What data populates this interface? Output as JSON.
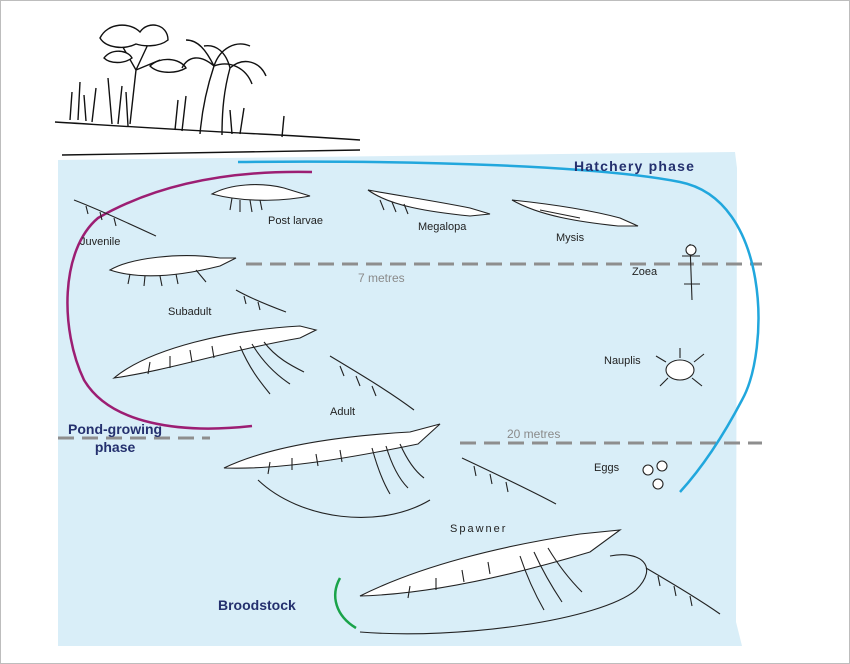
{
  "phases": {
    "hatchery": "Hatchery phase",
    "pond_line1": "Pond-growing",
    "pond_line2": "phase",
    "broodstock": "Broodstock"
  },
  "depths": {
    "shallow": "7 metres",
    "deep": "20 metres"
  },
  "stages": {
    "post_larvae": "Post larvae",
    "megalopa": "Megalopa",
    "mysis": "Mysis",
    "juvenile": "Juvenile",
    "zoea": "Zoea",
    "subadult": "Subadult",
    "nauplis": "Nauplis",
    "adult": "Adult",
    "eggs": "Eggs",
    "spawner": "Spawner"
  },
  "colors": {
    "water": "#d9eef8",
    "hatchery_arc": "#21a7dd",
    "pond_arc": "#9c1e73",
    "broodstock_arc": "#1aa34a",
    "depth_line": "#8e8e8e",
    "label_text": "#24306e"
  }
}
